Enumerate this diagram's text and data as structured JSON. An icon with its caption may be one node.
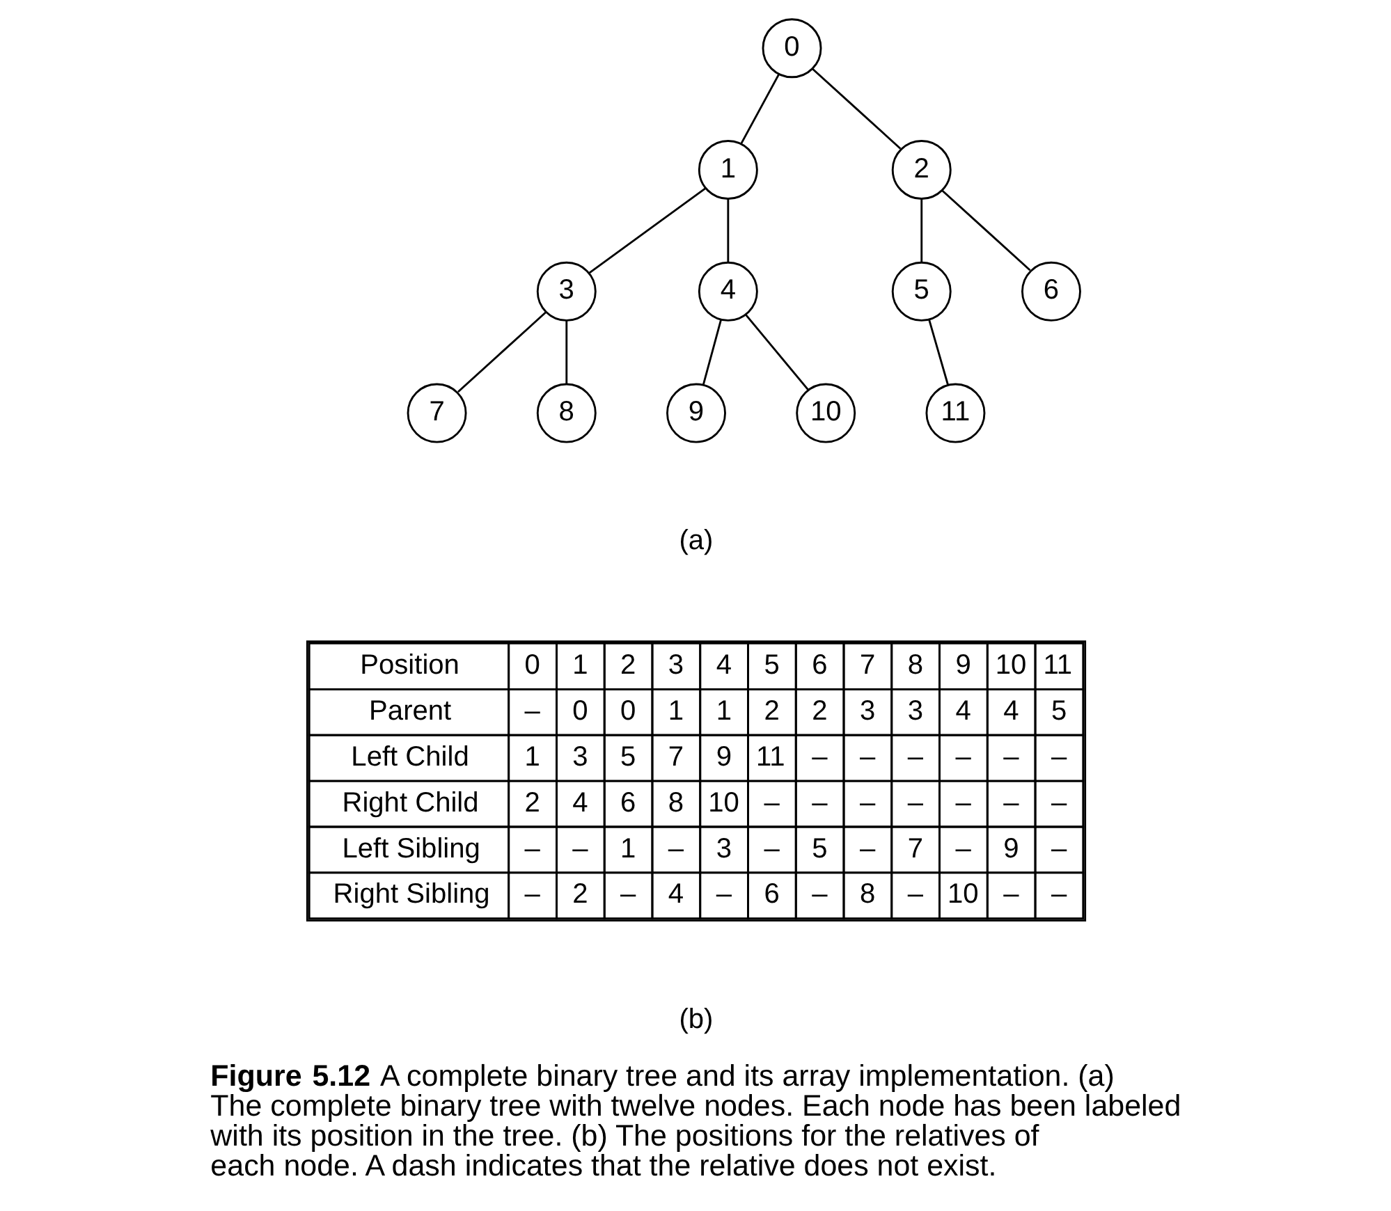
{
  "diagram": {
    "caption": "**Figure 5.12** A complete binary tree and its array implementation. (a) The complete binary tree with twelve nodes. Each node has been labeled with its position in the tree. (b) The positions for the relatives of each node. A dash indicates that the relative does not exist.",
    "nodes": [
      {
        "text": [
          "0"
        ]
      },
      {
        "text": [
          "1"
        ]
      },
      {
        "text": [
          "2"
        ]
      },
      {
        "text": [
          "3"
        ]
      },
      {
        "text": [
          "4"
        ]
      },
      {
        "text": [
          "5"
        ]
      },
      {
        "text": [
          "6"
        ]
      },
      {
        "text": [
          "7"
        ]
      },
      {
        "text": [
          "8"
        ]
      },
      {
        "text": [
          "9"
        ]
      },
      {
        "text": [
          "10"
        ]
      },
      {
        "text": [
          "11"
        ]
      }
    ],
    "edges": [
      {
        "from": 0,
        "to": 1,
        "arrow": "none"
      },
      {
        "from": 0,
        "to": 2,
        "arrow": "none"
      },
      {
        "from": 1,
        "to": 3,
        "arrow": "none"
      },
      {
        "from": 1,
        "to": 4,
        "arrow": "none"
      },
      {
        "from": 2,
        "to": 5,
        "arrow": "none"
      },
      {
        "from": 2,
        "to": 6,
        "arrow": "none"
      },
      {
        "from": 3,
        "to": 7,
        "arrow": "none"
      },
      {
        "from": 3,
        "to": 8,
        "arrow": "none"
      },
      {
        "from": 4,
        "to": 9,
        "arrow": "none"
      },
      {
        "from": 4,
        "to": 10,
        "arrow": "none"
      },
      {
        "from": 5,
        "to": 11,
        "arrow": "none"
      }
    ],
    "labels": [
      "(a)",
      "Position",
      "0",
      "1",
      "2",
      "3",
      "4",
      "5",
      "6",
      "7",
      "8",
      "9",
      "10",
      "11",
      "Parent",
      "–",
      "0",
      "0",
      "1",
      "1",
      "2",
      "2",
      "3",
      "3",
      "4",
      "4",
      "5",
      "Left Child",
      "1",
      "3",
      "5",
      "7",
      "9",
      "11",
      "–",
      "–",
      "–",
      "–",
      "–",
      "–",
      "Right Child",
      "2",
      "4",
      "6",
      "8",
      "10",
      "–",
      "–",
      "–",
      "–",
      "–",
      "–",
      "–",
      "Left Sibling",
      "–",
      "–",
      "1",
      "–",
      "3",
      "–",
      "5",
      "–",
      "7",
      "–",
      "9",
      "–",
      "Right Sibling",
      "–",
      "2",
      "–",
      "4",
      "–",
      "6",
      "–",
      "8",
      "–",
      "10",
      "–",
      "–",
      "(b)"
    ]
  }
}
